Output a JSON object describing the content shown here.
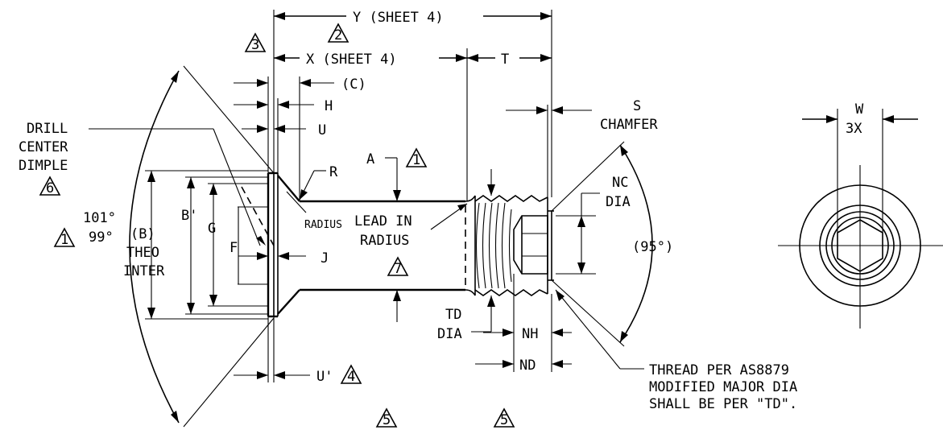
{
  "dimensions": {
    "y": "Y (SHEET 4)",
    "x": "X (SHEET 4)",
    "t": "T",
    "c": "(C)",
    "h": "H",
    "u": "U",
    "u_prime": "U'",
    "s": "S",
    "chamfer": "CHAMFER",
    "drill_center_1": "DRILL",
    "drill_center_2": "CENTER",
    "drill_center_3": "DIMPLE",
    "r": "R",
    "radius": "RADIUS",
    "a": "A",
    "lead_in_1": "LEAD IN",
    "lead_in_2": "RADIUS",
    "nc": "NC",
    "dia": "DIA",
    "angle_95": "(95°)",
    "angle_101": "101°",
    "angle_99": "99°",
    "b": "(B)",
    "theo": "THEO",
    "inter": "INTER",
    "b_prime": "B'",
    "g": "G",
    "f": "F",
    "j": "J",
    "td": "TD",
    "td_dia": "DIA",
    "nh": "NH",
    "nd": "ND",
    "w": "W",
    "w_count": "3X"
  },
  "notes": {
    "thread_1": "THREAD PER AS8879",
    "thread_2": "MODIFIED MAJOR DIA",
    "thread_3": "SHALL BE PER \"TD\"."
  },
  "flags": {
    "f1": "1",
    "f2": "2",
    "f3": "3",
    "f4": "4",
    "f5": "5",
    "f6": "6",
    "f7": "7"
  }
}
